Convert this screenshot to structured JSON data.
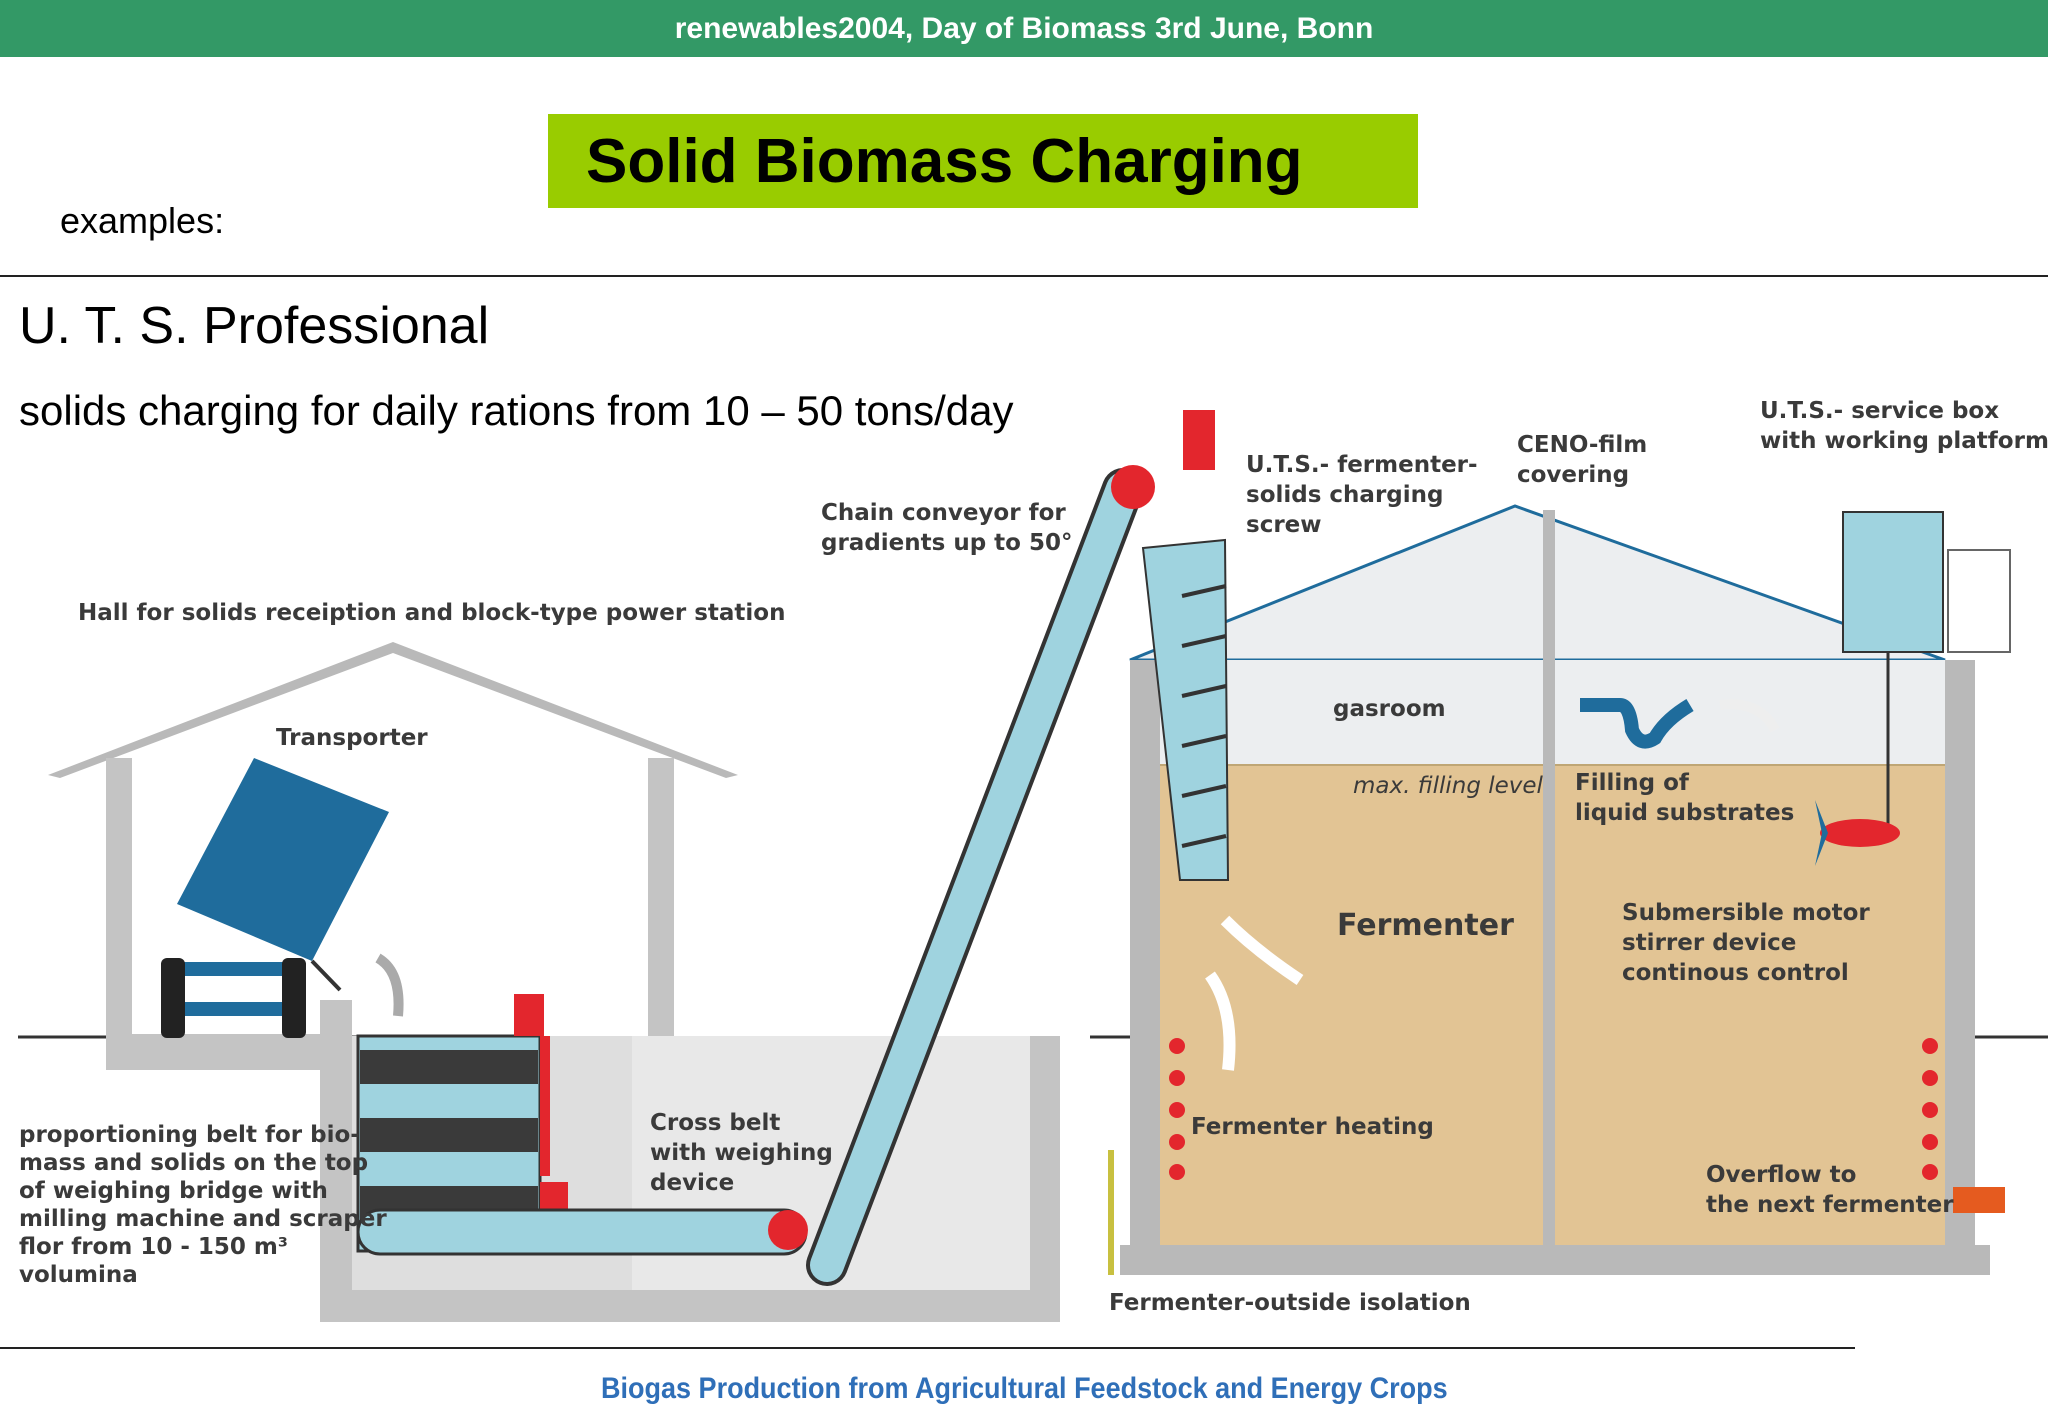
{
  "header": {
    "event": "renewables2004, Day of Biomass 3rd June, Bonn"
  },
  "slide": {
    "title": "Solid Biomass Charging",
    "examples": "examples:",
    "subtitle": "U. T. S. Professional",
    "description": "solids charging for daily rations from 10 – 50 tons/day"
  },
  "diagram": {
    "labels": {
      "hall": "Hall for solids receiption and block-type power station",
      "transporter": "Transporter",
      "chain1": "Chain conveyor for",
      "chain2": "gradients up to 50°",
      "screw1": "U.T.S.- fermenter-",
      "screw2": "solids charging",
      "screw3": "screw",
      "ceno1": "CENO-film",
      "ceno2": "covering",
      "service1": "U.T.S.- service box",
      "service2": "with working platform",
      "gasroom": "gasroom",
      "maxfill": "max. filling level",
      "liquid1": "Filling of",
      "liquid2": "liquid substrates",
      "fermenter": "Fermenter",
      "stirrer1": "Submersible motor",
      "stirrer2": "stirrer device",
      "stirrer3": "continous control",
      "heating": "Fermenter heating",
      "overflow1": "Overflow to",
      "overflow2": "the next fermenter",
      "isolation": "Fermenter-outside isolation",
      "crossbelt1": "Cross belt",
      "crossbelt2": "with weighing",
      "crossbelt3": "device",
      "prop1": "proportioning belt for bio-",
      "prop2": "mass and solids on the top",
      "prop3": "of weighing bridge with",
      "prop4": "milling machine and scraper",
      "prop5": "flor from 10 - 150 m³",
      "prop6": "volumina"
    },
    "colors": {
      "substrate": "#e2c494",
      "wall": "#b9b9b9",
      "screw": "#9fd3df",
      "blue": "#1f6c9c",
      "red": "#e3262d",
      "gas": "#eceef0"
    }
  },
  "footer": {
    "text": "Biogas Production from Agricultural Feedstock and Energy Crops"
  }
}
